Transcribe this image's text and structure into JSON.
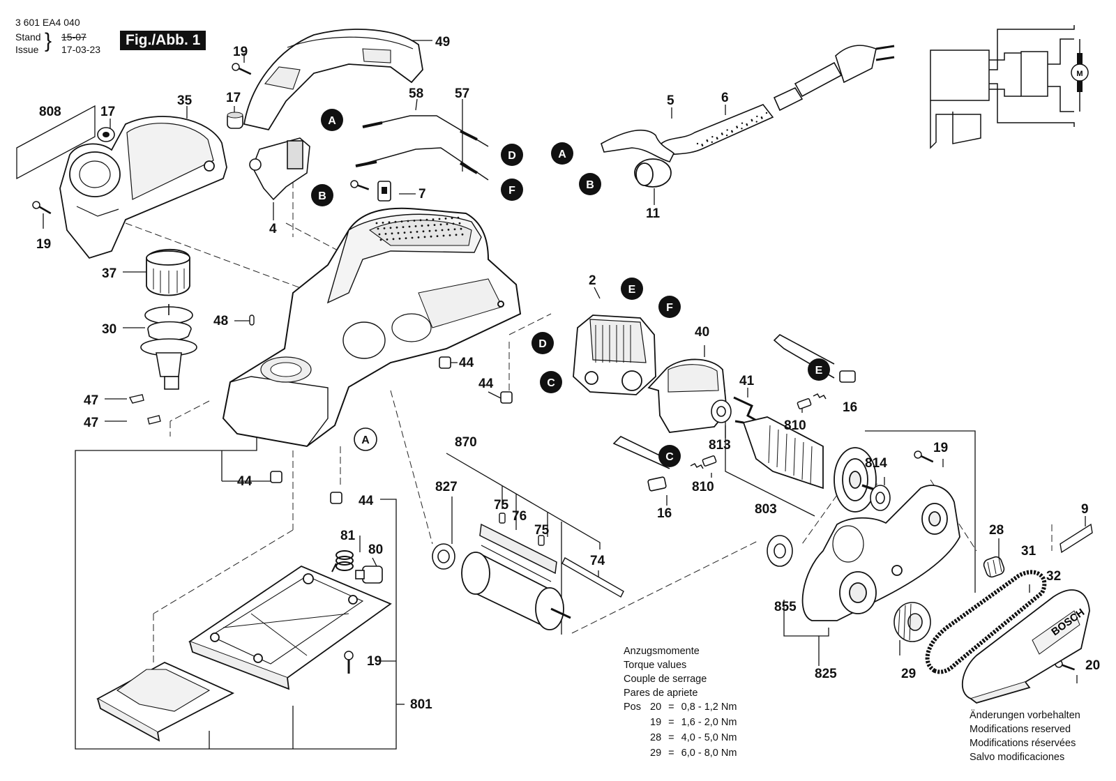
{
  "header": {
    "doc_number": "3 601 EA4 040",
    "stand_label": "Stand",
    "stand_date": "15-07",
    "issue_label": "Issue",
    "issue_date": "17-03-23",
    "figure_label": "Fig./Abb. 1"
  },
  "callouts": {
    "p49": "49",
    "p19a": "19",
    "p17a": "17",
    "p808": "808",
    "p17b": "17",
    "p35": "35",
    "p58": "58",
    "p57": "57",
    "p7": "7",
    "p4": "4",
    "p19b": "19",
    "p37": "37",
    "p30": "30",
    "p48": "48",
    "p47a": "47",
    "p47b": "47",
    "p44a": "44",
    "p44b": "44",
    "p44c": "44",
    "p44d": "44",
    "p5": "5",
    "p6": "6",
    "p11": "11",
    "p2": "2",
    "p40": "40",
    "p41": "41",
    "p16a": "16",
    "p810a": "810",
    "p813": "813",
    "p810b": "810",
    "p16b": "16",
    "p814": "814",
    "p19c": "19",
    "p803": "803",
    "p870": "870",
    "p827": "827",
    "p75a": "75",
    "p76": "76",
    "p75b": "75",
    "p74": "74",
    "p81": "81",
    "p80": "80",
    "p19d": "19",
    "p801": "801",
    "p9": "9",
    "p28": "28",
    "p31": "31",
    "p32": "32",
    "p855": "855",
    "p825": "825",
    "p29": "29",
    "p20": "20"
  },
  "connectors": {
    "A1": "A",
    "A2": "A",
    "A3": "A",
    "B1": "B",
    "B2": "B",
    "C1": "C",
    "C2": "C",
    "D1": "D",
    "D2": "D",
    "E1": "E",
    "E2": "E",
    "F1": "F",
    "F2": "F"
  },
  "motor_symbol": "M",
  "brand_mark": "BOSCH",
  "torque": {
    "title_de": "Anzugsmomente",
    "title_en": "Torque values",
    "title_fr": "Couple de serrage",
    "title_es": "Pares de apriete",
    "pos_label": "Pos",
    "rows": [
      {
        "pos": "20",
        "value": "0,8 - 1,2 Nm"
      },
      {
        "pos": "19",
        "value": "1,6 - 2,0 Nm"
      },
      {
        "pos": "28",
        "value": "4,0 - 5,0 Nm"
      },
      {
        "pos": "29",
        "value": "6,0 - 8,0 Nm"
      }
    ]
  },
  "modifications": {
    "de": "Änderungen vorbehalten",
    "en": "Modifications reserved",
    "fr": "Modifications réservées",
    "es": "Salvo modificaciones"
  },
  "colors": {
    "ink": "#111111",
    "paper": "#ffffff",
    "shade": "#d9d9d9"
  }
}
